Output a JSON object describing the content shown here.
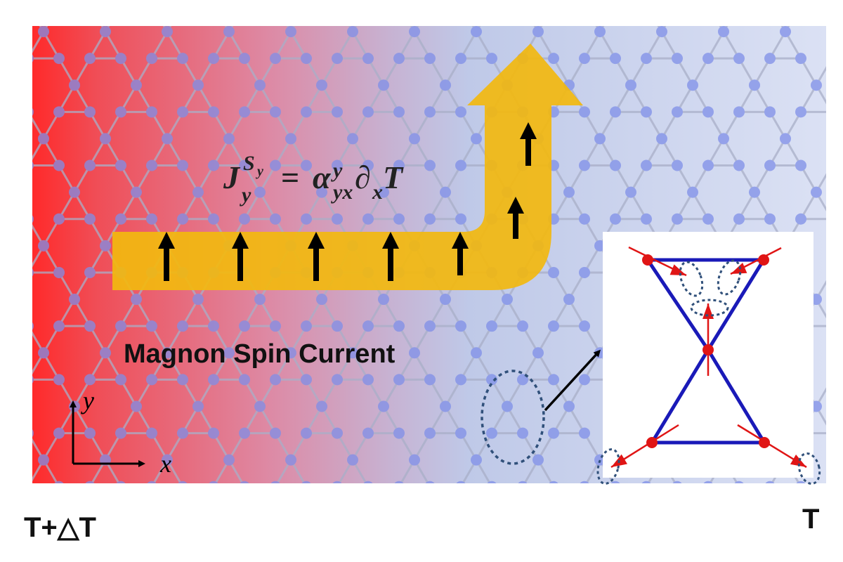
{
  "title": "Magnon Spin Current",
  "temperature_left": "T+△T",
  "temperature_right": "T",
  "equation": {
    "J": "J",
    "sup_S": "S",
    "sup_S_sub": "y",
    "sub": "y",
    "equals": "=",
    "alpha": "α",
    "alpha_sup": "y",
    "alpha_sub": "yx",
    "partial": "∂",
    "partial_sub": "x",
    "T": "T"
  },
  "axes": {
    "x_label": "x",
    "y_label": "y"
  },
  "colors": {
    "hot": "#ff2a2a",
    "cold": "#c9d3ee",
    "lattice_node": "#7f8fe8",
    "lattice_bond": "#a9afc8",
    "current_arrow": "#f2b90f",
    "spin_arrow": "#000000",
    "inset_bond": "#1a1ab8",
    "inset_spin": "#e01515",
    "dotted_ring": "#30507a"
  },
  "icons": {
    "current": "bent-up-arrow-icon",
    "spins": "up-arrow-icon",
    "inset_spins": "red-spin-arrow-icon"
  }
}
